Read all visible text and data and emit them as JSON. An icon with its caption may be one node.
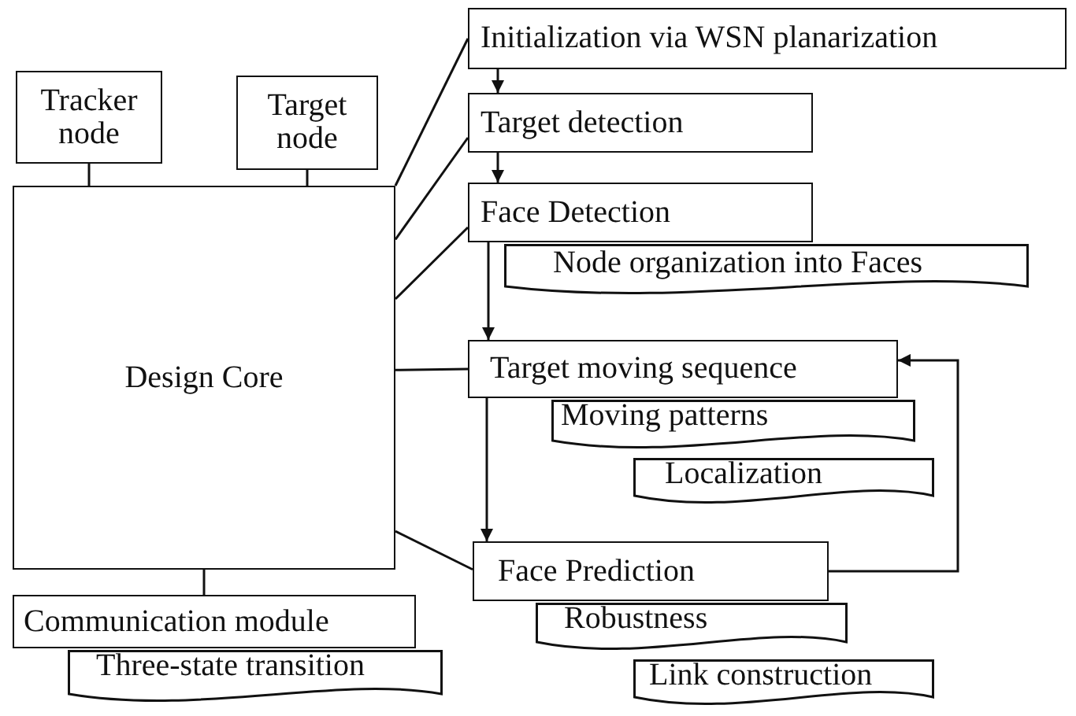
{
  "diagram": {
    "nodes": [
      {
        "text": [
          "Tracker node"
        ]
      },
      {
        "text": [
          "Target node"
        ]
      },
      {
        "text": [
          "Design Core"
        ]
      },
      {
        "text": [
          "Initialization via WSN planarization"
        ]
      },
      {
        "text": [
          "Target detection"
        ]
      },
      {
        "text": [
          "Face Detection"
        ]
      },
      {
        "text": [
          "Node organization into Faces"
        ]
      },
      {
        "text": [
          "Target moving sequence"
        ]
      },
      {
        "text": [
          "Moving patterns"
        ]
      },
      {
        "text": [
          "Localization"
        ]
      },
      {
        "text": [
          "Face Prediction"
        ]
      },
      {
        "text": [
          "Robustness"
        ]
      },
      {
        "text": [
          "Link construction"
        ]
      },
      {
        "text": [
          "Communication module"
        ]
      },
      {
        "text": [
          "Three-state transition"
        ]
      }
    ],
    "edges": [
      {
        "from": 0,
        "to": 2,
        "arrow": "none"
      },
      {
        "from": 1,
        "to": 2,
        "arrow": "none"
      },
      {
        "from": 2,
        "to": 3,
        "arrow": "none"
      },
      {
        "from": 2,
        "to": 4,
        "arrow": "none"
      },
      {
        "from": 2,
        "to": 5,
        "arrow": "none"
      },
      {
        "from": 2,
        "to": 7,
        "arrow": "none"
      },
      {
        "from": 2,
        "to": 10,
        "arrow": "none"
      },
      {
        "from": 2,
        "to": 13,
        "arrow": "none"
      },
      {
        "from": 3,
        "to": 4,
        "arrow": "to"
      },
      {
        "from": 4,
        "to": 5,
        "arrow": "to"
      },
      {
        "from": 5,
        "to": 7,
        "arrow": "to"
      },
      {
        "from": 7,
        "to": 10,
        "arrow": "to"
      },
      {
        "from": 10,
        "to": 7,
        "arrow": "to"
      }
    ]
  }
}
